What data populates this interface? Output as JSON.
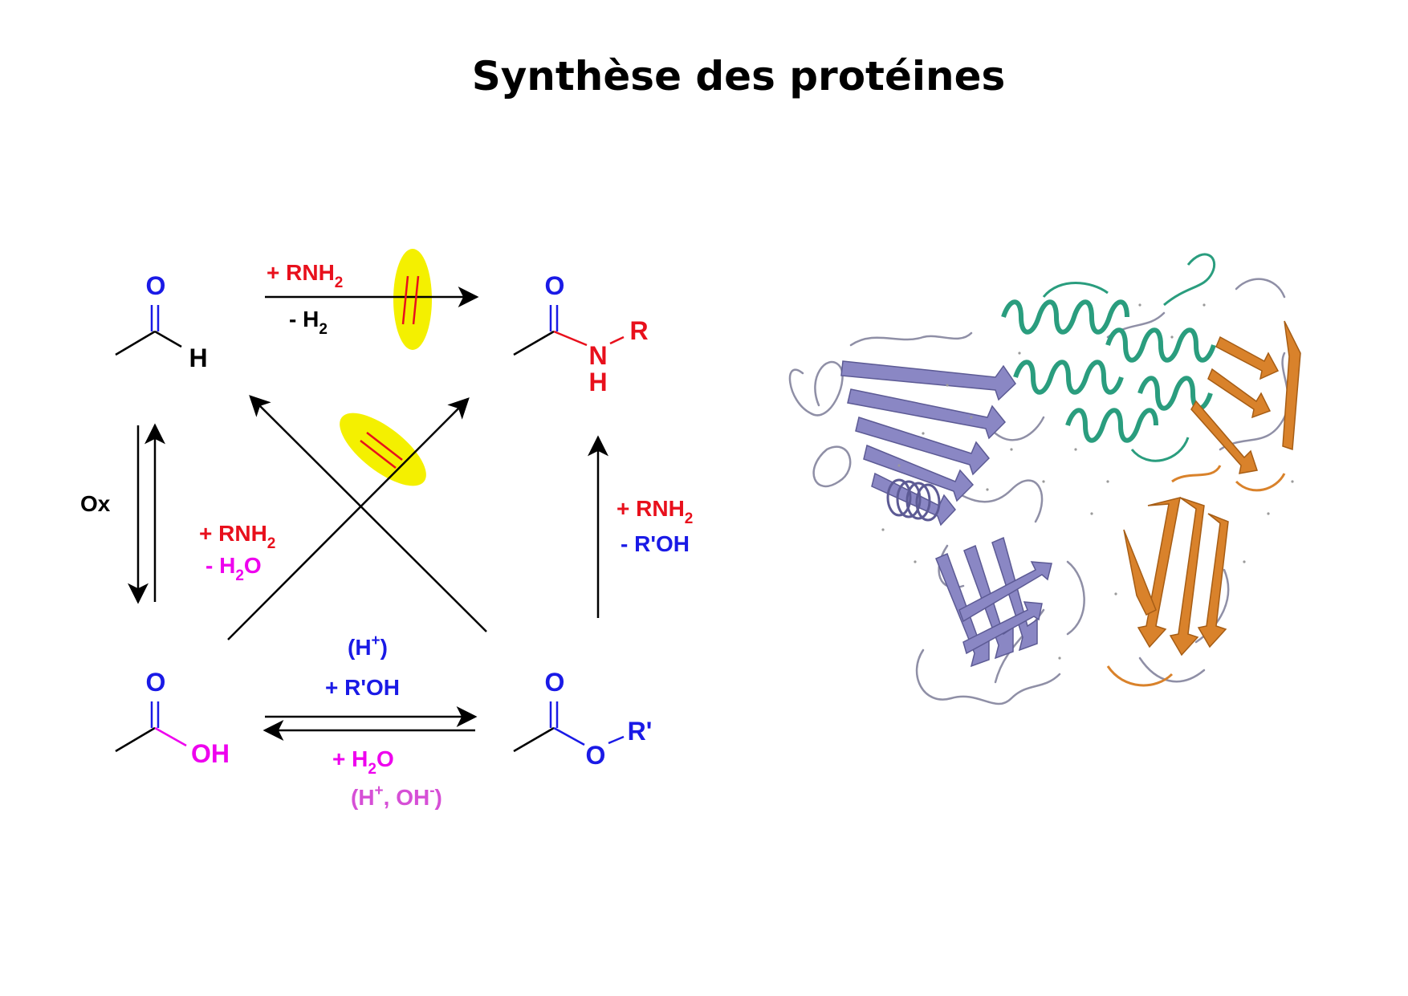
{
  "title": "Synthèse des protéines",
  "colors": {
    "black": "#000000",
    "blue": "#1a1ae6",
    "red": "#e8101c",
    "magenta": "#ee00ee",
    "pink": "#d64fd6",
    "highlight": "#f4f000",
    "helix_green": "#2a9d7e",
    "sheet_purple": "#8a87c4",
    "sheet_orange": "#d9822b"
  },
  "molecules": {
    "aldehyde": {
      "o": "O",
      "h": "H"
    },
    "amide": {
      "o": "O",
      "n": "N",
      "h": "H",
      "r": "R"
    },
    "acid": {
      "o": "O",
      "oh": "OH"
    },
    "ester": {
      "o_top": "O",
      "o": "O",
      "r": "R'"
    }
  },
  "reactions": {
    "top": {
      "reagent_prefix": "+ RNH",
      "reagent_sub": "2",
      "byproduct_prefix": "- H",
      "byproduct_sub": "2"
    },
    "left": {
      "label": "Ox"
    },
    "diagonal": {
      "reagent_prefix": "+ RNH",
      "reagent_sub": "2",
      "byproduct_a": "- H",
      "byproduct_sub": "2",
      "byproduct_b": "O"
    },
    "right": {
      "reagent_prefix": "+ RNH",
      "reagent_sub": "2",
      "byproduct": "- R'OH"
    },
    "bottom_forward": {
      "catalyst_a": "(H",
      "catalyst_sup": "+",
      "catalyst_b": ")",
      "reagent": "+ R'OH"
    },
    "bottom_reverse": {
      "reagent_a": "+ H",
      "reagent_sub": "2",
      "reagent_b": "O",
      "catalyst_a": "(H",
      "catalyst_sup1": "+",
      "catalyst_b": ", OH",
      "catalyst_sup2": "-",
      "catalyst_c": ")"
    }
  },
  "protein_image": {
    "icon": "protein-ribbon-structure"
  }
}
